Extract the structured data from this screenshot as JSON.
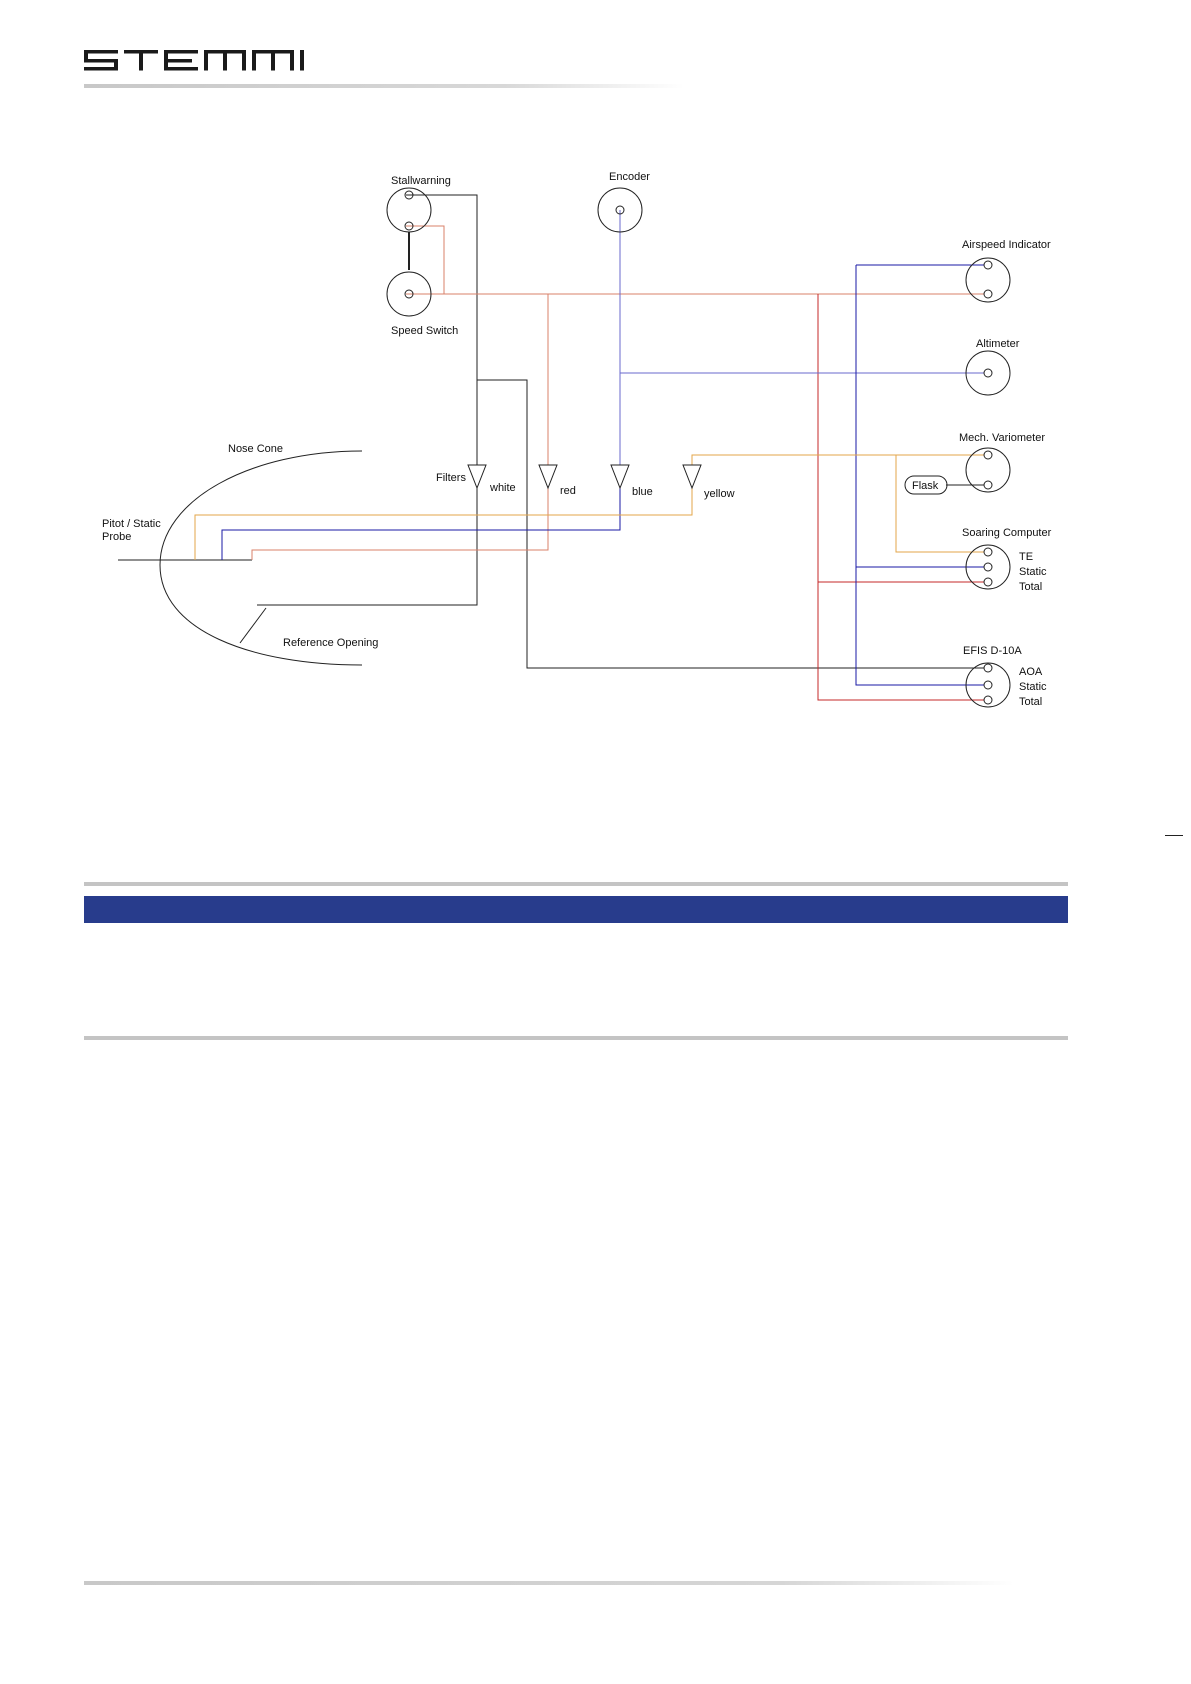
{
  "header": {
    "logo_text": "STEMME"
  },
  "diagram": {
    "instruments": {
      "stallwarning": "Stallwarning",
      "speed_switch": "Speed Switch",
      "encoder": "Encoder",
      "airspeed_indicator": "Airspeed Indicator",
      "altimeter": "Altimeter",
      "mech_variometer": "Mech. Variometer",
      "flask": "Flask",
      "soaring_computer": "Soaring Computer",
      "efis": "EFIS D-10A"
    },
    "ports": {
      "te": "TE",
      "static_1": "Static",
      "total_1": "Total",
      "aoa": "AOA",
      "static_2": "Static",
      "total_2": "Total"
    },
    "filters": {
      "label": "Filters",
      "white": "white",
      "red": "red",
      "blue": "blue",
      "yellow": "yellow"
    },
    "aircraft": {
      "nose_cone": "Nose Cone",
      "probe_line1": "Pitot / Static",
      "probe_line2": "Probe",
      "reference_opening": "Reference Opening"
    },
    "line_colors": {
      "black": "#222222",
      "red_thin": "#d9806a",
      "red_thick": "#c42828",
      "blue_thin": "#6a6acc",
      "blue_thick": "#1a1aa6",
      "yellow": "#e3a64a"
    }
  },
  "layout_colors": {
    "bar": "#283c8c",
    "rule": "#c4c4c4"
  }
}
